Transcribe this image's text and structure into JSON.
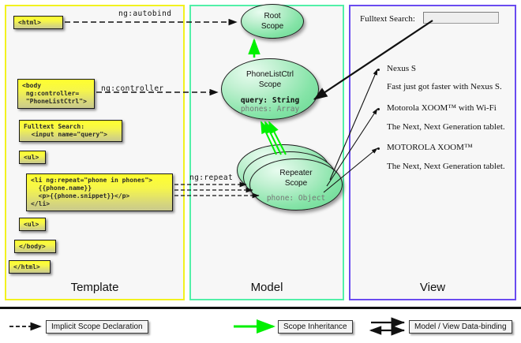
{
  "panels": [
    {
      "key": "template",
      "label": "Template",
      "border": "#f2f21f"
    },
    {
      "key": "model",
      "label": "Model",
      "border": "#52f0a8"
    },
    {
      "key": "view",
      "label": "View",
      "border": "#6a4bf0"
    }
  ],
  "template": {
    "boxes": [
      {
        "name": "html-open",
        "text": "<html>"
      },
      {
        "name": "body-controller",
        "text": "<body\n ng:controller=\n \"PhoneListCtrl\">"
      },
      {
        "name": "fulltext-search",
        "text": "Fulltext Search:\n  <input name=\"query\">"
      },
      {
        "name": "ul-open",
        "text": "<ul>"
      },
      {
        "name": "li-repeat",
        "text": "<li ng:repeat=\"phone in phones\">\n  {{phone.name}}\n  <p>{{phone.snippet}}</p>\n</li>"
      },
      {
        "name": "ul-close",
        "text": "<ul>"
      },
      {
        "name": "body-close",
        "text": "</body>"
      },
      {
        "name": "html-close",
        "text": "</html>"
      }
    ]
  },
  "annotations": {
    "autobind": "ng:autobind",
    "controller": "ng:controller",
    "repeat": "ng:repeat"
  },
  "model": {
    "scopes": [
      {
        "name": "root-scope",
        "line1": "Root",
        "line2": "Scope",
        "props": []
      },
      {
        "name": "phonelistctrl-scope",
        "line1": "PhoneListCtrl",
        "line2": "Scope",
        "props": [
          {
            "text": "query: String",
            "style": "bold"
          },
          {
            "text": "phones: Array",
            "style": "muted"
          }
        ]
      },
      {
        "name": "repeater-scope",
        "line1": "Repeater",
        "line2": "Scope",
        "props": [
          {
            "text": "phone: Object",
            "style": "muted"
          }
        ]
      }
    ]
  },
  "view": {
    "search_label": "Fulltext Search:",
    "search_value": "",
    "items": [
      {
        "name": "Nexus S",
        "snippet": "Fast just got faster with Nexus S."
      },
      {
        "name": "Motorola XOOM™  with Wi-Fi",
        "snippet": "The Next, Next Generation tablet."
      },
      {
        "name": "MOTOROLA XOOM™",
        "snippet": "The Next, Next Generation tablet."
      }
    ]
  },
  "legend": [
    {
      "name": "implicit-scope-declaration",
      "label": "Implicit Scope Declaration",
      "arrow": "dashed-black"
    },
    {
      "name": "scope-inheritance",
      "label": "Scope Inheritance",
      "arrow": "solid-green"
    },
    {
      "name": "model-view-data-binding",
      "label": "Model / View Data-binding",
      "arrow": "double-black"
    }
  ],
  "colors": {
    "template_border": "#f2f21f",
    "model_border": "#52f0a8",
    "view_border": "#6a4bf0",
    "inheritance": "#00f000",
    "code_fill": "#ffff2e"
  }
}
